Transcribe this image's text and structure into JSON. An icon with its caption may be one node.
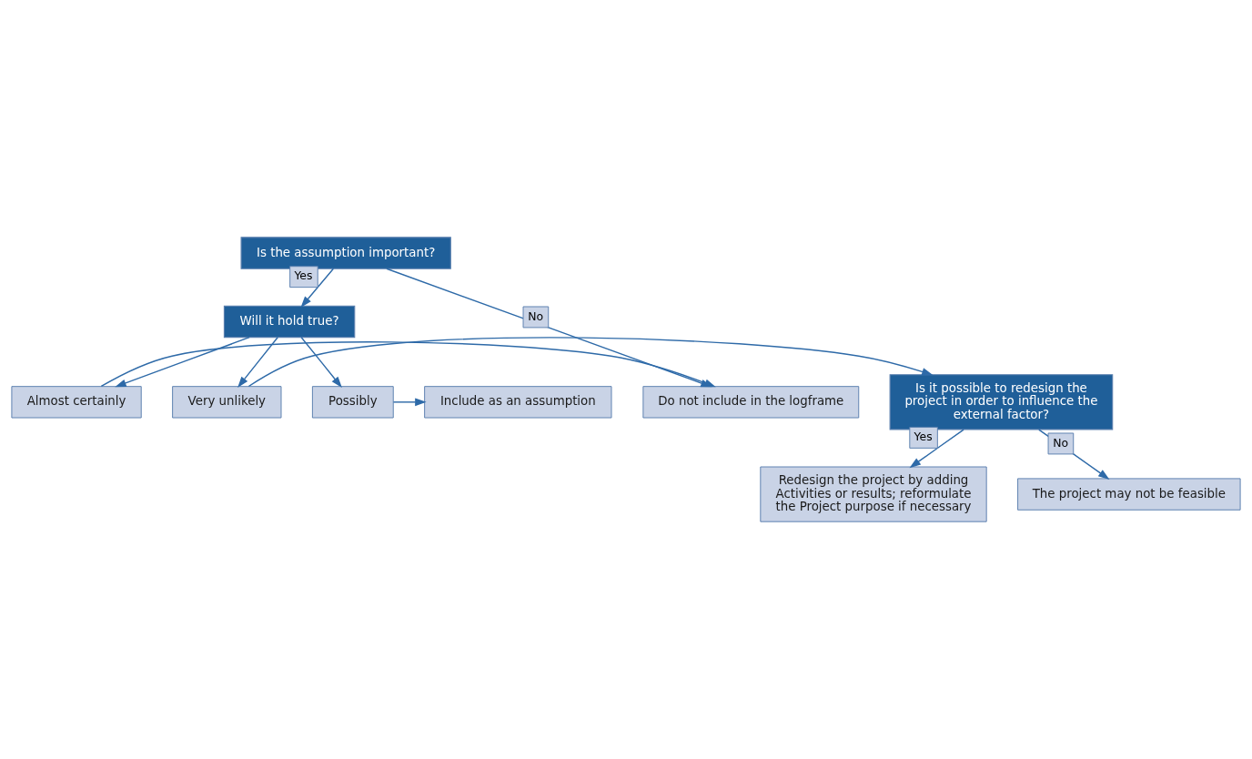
{
  "diagram": {
    "nodes": [
      {
        "text": [
          "Is the assumption important?"
        ]
      },
      {
        "text": [
          "Will it hold true?"
        ]
      },
      {
        "text": [
          "Almost certainly"
        ]
      },
      {
        "text": [
          "Possibly"
        ]
      },
      {
        "text": [
          "Very unlikely"
        ]
      },
      {
        "text": [
          "Do not include in the logframe"
        ]
      },
      {
        "text": [
          "Include as an assumption"
        ]
      },
      {
        "text": [
          "Is it possible to redesign the project in order to influence the external factor?"
        ]
      },
      {
        "text": [
          "Redesign the project by adding Activities or results; reformulate the Project purpose if necessary"
        ]
      },
      {
        "text": [
          "The project may not be feasible"
        ]
      }
    ],
    "edges": [
      {
        "from": 0,
        "to": 1,
        "arrow": "to",
        "label": "Yes"
      },
      {
        "from": 0,
        "to": 5,
        "arrow": "to",
        "label": "No"
      },
      {
        "from": 1,
        "to": 2,
        "arrow": "to"
      },
      {
        "from": 1,
        "to": 3,
        "arrow": "to"
      },
      {
        "from": 1,
        "to": 4,
        "arrow": "to"
      },
      {
        "from": 2,
        "to": 5,
        "arrow": "to"
      },
      {
        "from": 3,
        "to": 6,
        "arrow": "to"
      },
      {
        "from": 4,
        "to": 7,
        "arrow": "to"
      },
      {
        "from": 7,
        "to": 8,
        "arrow": "to",
        "label": "Yes"
      },
      {
        "from": 7,
        "to": 9,
        "arrow": "to",
        "label": "No"
      }
    ]
  }
}
